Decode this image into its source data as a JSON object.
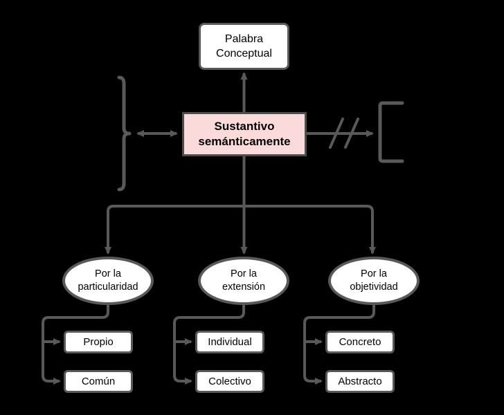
{
  "colors": {
    "background": "#000000",
    "connector": "#595959",
    "node_fill": "#FFFFFF",
    "node_border": "#595959",
    "highlight_fill": "#FBDADC",
    "highlight_border": "#4D4D4D",
    "text": "#000000"
  },
  "diagram": {
    "root": {
      "line1": "Palabra",
      "line2": "Conceptual"
    },
    "main": {
      "line1": "Sustantivo",
      "line2": "semánticamente"
    },
    "groups": [
      {
        "category": {
          "line1": "Por la",
          "line2": "particularidad"
        },
        "children": [
          {
            "label": "Propio"
          },
          {
            "label": "Común"
          }
        ]
      },
      {
        "category": {
          "line1": "Por la",
          "line2": "extensión"
        },
        "children": [
          {
            "label": "Individual"
          },
          {
            "label": "Colectivo"
          }
        ]
      },
      {
        "category": {
          "line1": "Por la",
          "line2": "objetividad"
        },
        "children": [
          {
            "label": "Concreto"
          },
          {
            "label": "Abstracto"
          }
        ]
      }
    ],
    "symbols": {
      "left": "curly-brace",
      "left_link": "double-headed-arrow",
      "right_link": "broken-link-slashes",
      "right": "square-bracket"
    }
  }
}
